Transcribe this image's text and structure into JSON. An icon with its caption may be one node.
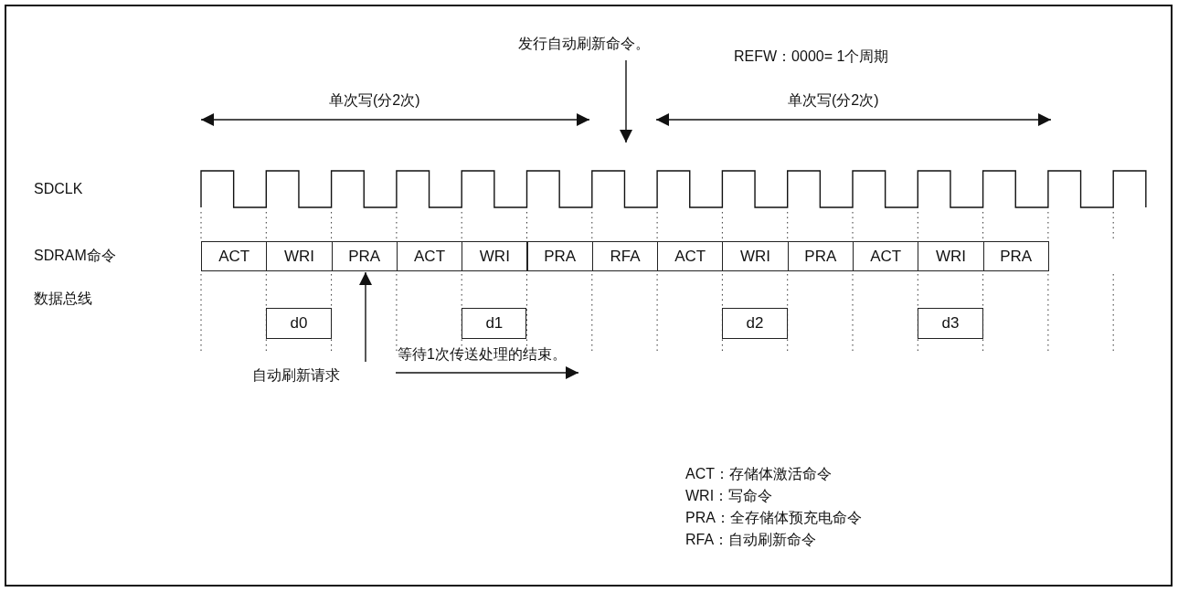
{
  "diagram": {
    "nodes": [
      {
        "text": [
          "发行自动刷新命令。"
        ]
      },
      {
        "text": [
          "自动刷新请求"
        ]
      },
      {
        "text": [
          "ACT"
        ]
      },
      {
        "text": [
          "WRI"
        ]
      },
      {
        "text": [
          "PRA"
        ]
      },
      {
        "text": [
          "ACT"
        ]
      },
      {
        "text": [
          "WRI"
        ]
      },
      {
        "text": [
          "PRA"
        ]
      },
      {
        "text": [
          "RFA"
        ]
      },
      {
        "text": [
          "ACT"
        ]
      },
      {
        "text": [
          "WRI"
        ]
      },
      {
        "text": [
          "PRA"
        ]
      },
      {
        "text": [
          "ACT"
        ]
      },
      {
        "text": [
          "WRI"
        ]
      },
      {
        "text": [
          "PRA"
        ]
      },
      {
        "text": [
          "d0"
        ]
      },
      {
        "text": [
          "d1"
        ]
      },
      {
        "text": [
          "d2"
        ]
      },
      {
        "text": [
          "d3"
        ]
      }
    ],
    "edges": [
      {
        "from": 0,
        "to": null,
        "arrow": "to"
      },
      {
        "from": 1,
        "to": 4,
        "arrow": "to"
      }
    ],
    "labels": [
      "REFW：0000= 1个周期",
      "单次写(分2次)",
      "单次写(分2次)",
      "SDCLK",
      "SDRAM命令",
      "数据总线",
      "等待1次传送处理的结束。",
      "ACT：存储体激活命令",
      "WRI：写命令",
      "PRA：全存储体预充电命令",
      "RFA：自动刷新命令"
    ]
  }
}
